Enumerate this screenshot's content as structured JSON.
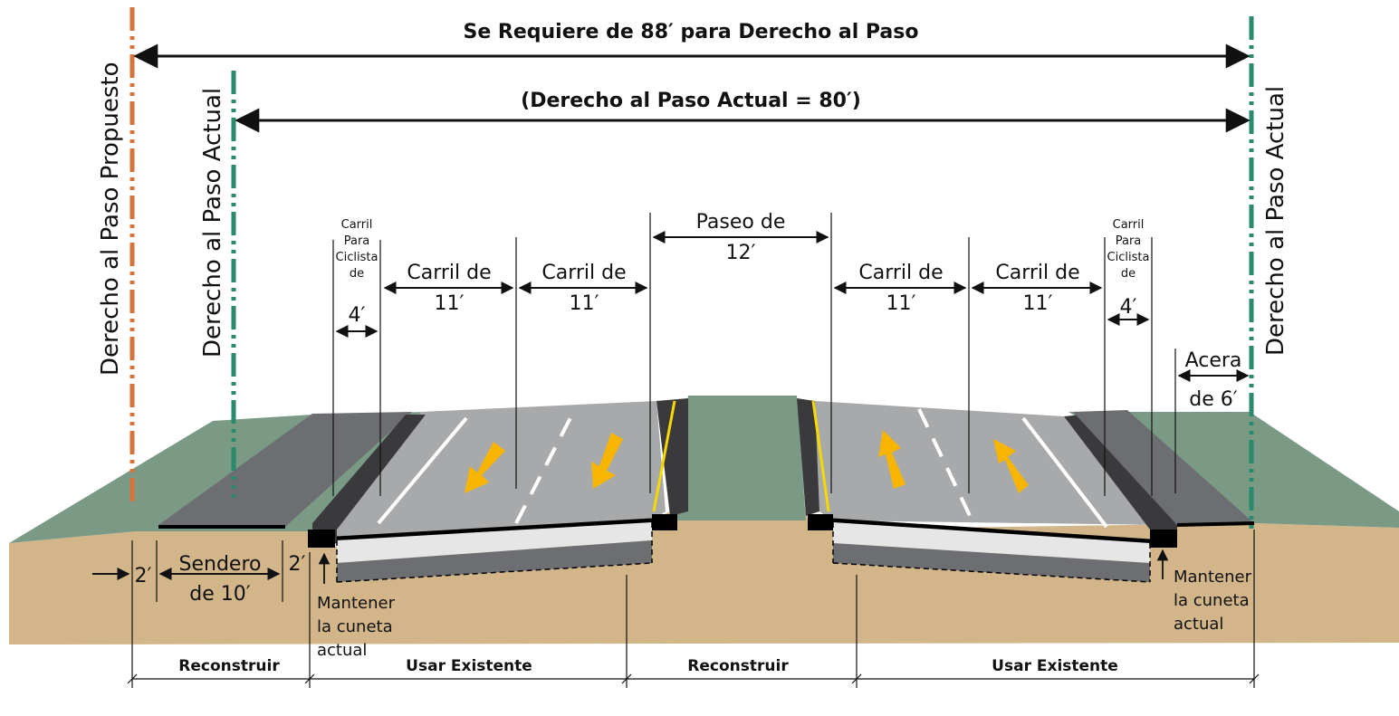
{
  "title_total": "Se Requiere de 88′ para Derecho al Paso",
  "title_existing": "(Derecho al Paso Actual = 80′)",
  "row_labels": {
    "proposed": "Derecho al Paso Propuesto",
    "actual_left": "Derecho al Paso Actual",
    "actual_right": "Derecho al Paso Actual"
  },
  "lanes": {
    "bike_left": [
      "Carril",
      "Para",
      "Ciclista",
      "de"
    ],
    "bike_left_width": "4′",
    "lane1_title": "Carril de",
    "lane1_width": "11′",
    "lane2_title": "Carril de",
    "lane2_width": "11′",
    "median_title": "Paseo de",
    "median_width": "12′",
    "lane3_title": "Carril de",
    "lane3_width": "11′",
    "lane4_title": "Carril de",
    "lane4_width": "11′",
    "bike_right": [
      "Carril",
      "Para",
      "Ciclista",
      "de"
    ],
    "bike_right_width": "4′",
    "sidewalk_title": "Acera",
    "sidewalk_width": "de 6′"
  },
  "bottom": {
    "buffer_left": "2′",
    "path_title": "Sendero",
    "path_width": "de 10′",
    "buffer_right": "2′",
    "curb_left": [
      "Mantener",
      "la cuneta",
      "actual"
    ],
    "curb_right": [
      "Mantener",
      "la cuneta",
      "actual"
    ]
  },
  "segments": [
    "Reconstruir",
    "Usar Existente",
    "Reconstruir",
    "Usar Existente"
  ],
  "colors": {
    "proposed_line": "#d4733a",
    "actual_line": "#2a8a6e",
    "grass": "#7a9a86",
    "soil": "#d2b589",
    "asphalt": "#a8a9ab",
    "dark_asphalt": "#6d6e71",
    "arrow": "#f7b500"
  }
}
